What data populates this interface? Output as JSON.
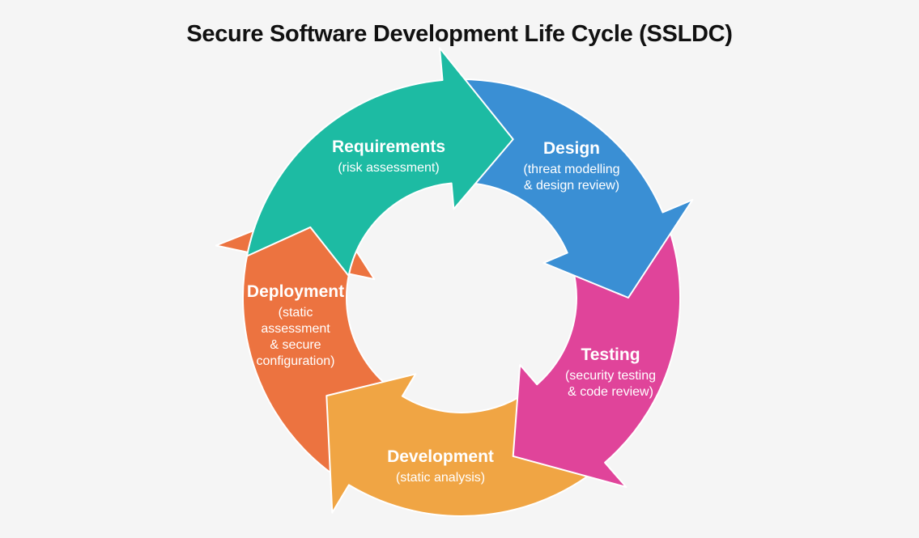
{
  "title": "Secure Software Development Life Cycle (SSLDC)",
  "colors": {
    "requirements": "#1dbba3",
    "design": "#3a8fd4",
    "testing": "#e0449a",
    "development": "#f0a544",
    "deployment": "#ec7340"
  },
  "stages": [
    {
      "id": "requirements",
      "name": "Requirements",
      "detail": [
        "(risk assessment)"
      ]
    },
    {
      "id": "design",
      "name": "Design",
      "detail": [
        "(threat modelling",
        "& design review)"
      ]
    },
    {
      "id": "testing",
      "name": "Testing",
      "detail": [
        "(security testing",
        "& code review)"
      ]
    },
    {
      "id": "development",
      "name": "Development",
      "detail": [
        "(static analysis)"
      ]
    },
    {
      "id": "deployment",
      "name": "Deployment",
      "detail": [
        "(static",
        "assessment",
        "& secure",
        "configuration)"
      ]
    }
  ]
}
